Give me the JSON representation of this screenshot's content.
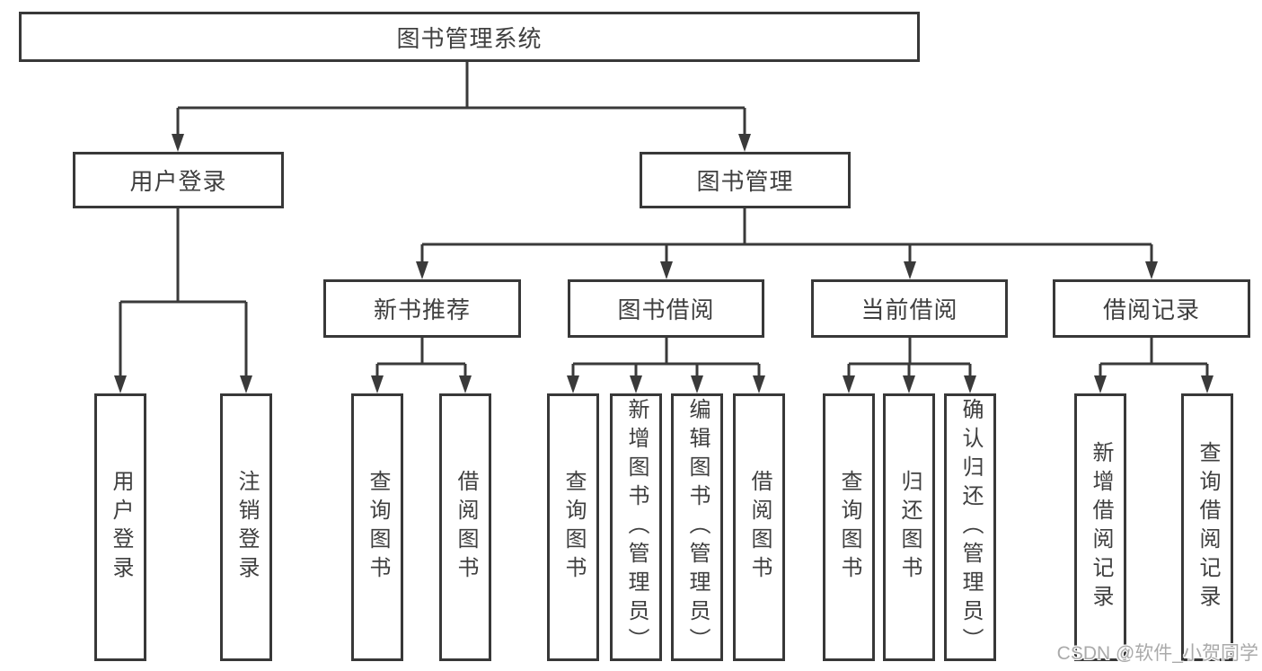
{
  "diagram": {
    "root": {
      "label": "图书管理系统"
    },
    "level2": [
      {
        "id": "user_login",
        "label": "用户登录"
      },
      {
        "id": "book_mgmt",
        "label": "图书管理"
      }
    ],
    "level3": [
      {
        "id": "new_book",
        "label": "新书推荐"
      },
      {
        "id": "book_borrow",
        "label": "图书借阅"
      },
      {
        "id": "current_borrow",
        "label": "当前借阅"
      },
      {
        "id": "borrow_record",
        "label": "借阅记录"
      }
    ],
    "leaves": {
      "user_login": [
        "用户登录",
        "注销登录"
      ],
      "new_book": [
        "查询图书",
        "借阅图书"
      ],
      "book_borrow": [
        "查询图书",
        "新增图书（管理员）",
        "编辑图书（管理员）",
        "借阅图书"
      ],
      "current_borrow": [
        "查询图书",
        "归还图书",
        "确认归还（管理员）"
      ],
      "borrow_record": [
        "新增借阅记录",
        "查询借阅记录"
      ]
    },
    "watermark": "CSDN @软件_小贺同学",
    "colors": {
      "line": "#3a3a3a",
      "box_border": "#383838",
      "box_fill": "#ffffff",
      "text": "#3f3f3f",
      "watermark": "#aaaaaa",
      "background": "#ffffff"
    }
  }
}
